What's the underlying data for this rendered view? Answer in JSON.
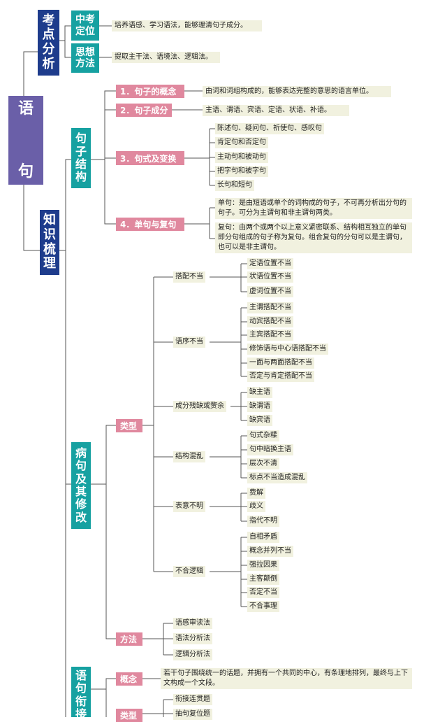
{
  "root": {
    "chars": [
      "语",
      "句"
    ]
  },
  "kaodian": {
    "title": "考点分析",
    "zhongkao": {
      "title": "中考定位",
      "text": "培养语感、学习语法，能够理清句子成分。"
    },
    "sixiang": {
      "title": "思想方法",
      "text": "提取主干法、语境法、逻辑法。"
    }
  },
  "zhishi": {
    "title": "知识梳理"
  },
  "juzi": {
    "title": "句子结构",
    "concept": {
      "label": "1．句子的概念",
      "text": "由词和词组构成的，能够表达完整的意思的语言单位。"
    },
    "chengfen": {
      "label": "2．句子成分",
      "text": "主语、谓语、宾语、定语、状语、补语。"
    },
    "jushi": {
      "label": "3．句式及变换",
      "items": [
        "陈述句、疑问句、祈使句、感叹句",
        "肯定句和否定句",
        "主动句和被动句",
        "把字句和被字句",
        "长句和短句"
      ]
    },
    "danfu": {
      "label": "4．单句与复句",
      "dan": "单句：是由短语或单个的词构成的句子，不可再分析出分句的句子。可分为主谓句和非主谓句两类。",
      "fu": "复句：由两个或两个以上意义紧密联系、结构相互独立的单句即分句组成的句子称为复句。组合复句的分句可以是主谓句，也可以是非主谓句。"
    }
  },
  "bingju": {
    "title": "病句及其修改",
    "leixing": {
      "label": "类型",
      "groups": [
        {
          "label": "搭配不当",
          "items": [
            "定语位置不当",
            "状语位置不当",
            "虚词位置不当"
          ]
        },
        {
          "label": "语序不当",
          "items": [
            "主谓搭配不当",
            "动宾搭配不当",
            "主宾搭配不当",
            "修饰语与中心语搭配不当",
            "一面与两面搭配不当",
            "否定与肯定搭配不当"
          ]
        },
        {
          "label": "成分残缺或赘余",
          "items": [
            "缺主语",
            "缺谓语",
            "缺宾语"
          ]
        },
        {
          "label": "结构混乱",
          "items": [
            "句式杂糅",
            "句中暗换主语",
            "层次不清",
            "标点不当造成混乱"
          ]
        },
        {
          "label": "表意不明",
          "items": [
            "费解",
            "歧义",
            "指代不明"
          ]
        },
        {
          "label": "不合逻辑",
          "items": [
            "自相矛盾",
            "概念并列不当",
            "强拉因果",
            "主客颠倒",
            "否定不当",
            "不合事理"
          ]
        }
      ]
    },
    "fangfa": {
      "label": "方法",
      "items": [
        "语感审读法",
        "语法分析法",
        "逻辑分析法"
      ]
    }
  },
  "xianjie": {
    "title": "语句衔接",
    "gainian": {
      "label": "概念",
      "text": "若干句子围绕统一的话题，并拥有一个共同的中心，有条理地排列，最终与上下文构成一个文段。"
    },
    "leixing": {
      "label": "类型",
      "items": [
        "衔接连贯题",
        "抽句复位题"
      ]
    }
  },
  "colors": {
    "navy": "#1e3c8c",
    "teal": "#16a1a1",
    "purple": "#6a5fa8",
    "pink": "#e0889e",
    "note_bg": "#f1f1df"
  }
}
